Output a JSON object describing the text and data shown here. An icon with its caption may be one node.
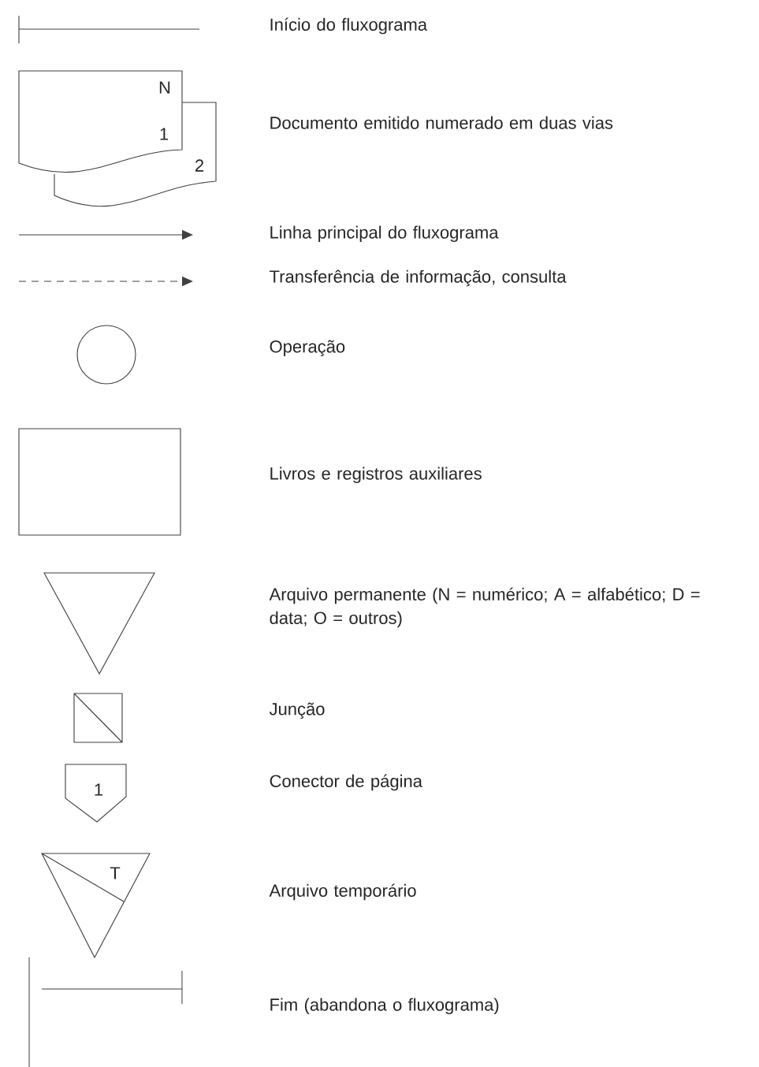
{
  "diagram": {
    "nodes": [
      {
        "text": [
          "N",
          "1"
        ]
      },
      {
        "text": [
          "2"
        ]
      },
      {
        "text": [],
        "shape": "circle"
      },
      {
        "text": [],
        "shape": "box"
      },
      {
        "text": [],
        "shape": "triangle"
      },
      {
        "text": [],
        "shape": "box"
      },
      {
        "text": [
          "1"
        ]
      },
      {
        "text": [
          "T"
        ]
      }
    ],
    "labels": [
      "Início do fluxograma",
      "Documento emitido numerado em duas vias",
      "Linha principal do fluxograma",
      "Transferência de informação, consulta",
      "Operação",
      "Livros e registros auxiliares",
      "Arquivo permanente (N = numérico; A = alfabético; D = data; O = outros)",
      "Junção",
      "Conector de página",
      "Arquivo temporário",
      "Fim (abandona o fluxograma)"
    ]
  }
}
